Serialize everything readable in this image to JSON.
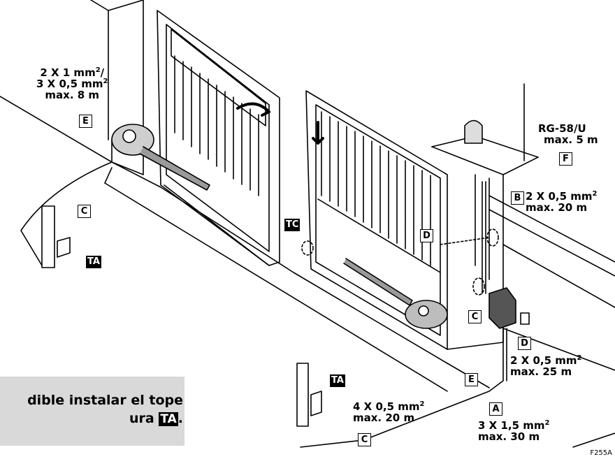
{
  "labels": {
    "left_cable": [
      "2 X 1 mm",
      "2",
      "/",
      "3 X 0,5 mm",
      "2",
      "max. 8 m"
    ],
    "antenna_cable": [
      "RG-58/U",
      "max. 5 m"
    ],
    "lamp_cable": [
      "2 X 0,5 mm",
      "2",
      "max. 20 m"
    ],
    "photocell_cable": [
      "2 X 0,5 mm",
      "2",
      "max. 25 m"
    ],
    "stop_cable": [
      "4 X 0,5 mm",
      "2",
      "max. 20 m"
    ],
    "mains_cable": [
      "3 X 1,5 mm",
      "2",
      "max. 30 m"
    ]
  },
  "markers": {
    "E1": "E",
    "C1": "C",
    "B": "B",
    "F": "F",
    "D1": "D",
    "D2": "D",
    "C2": "C",
    "E2": "E",
    "A": "A",
    "C3": "C"
  },
  "tags": {
    "TA1": "TA",
    "TA2": "TA",
    "TC": "TC"
  },
  "note": {
    "line1": "dible instalar el tope",
    "line2_prefix": "ura ",
    "line2_tag": "TA",
    "line2_suffix": "."
  },
  "figure_code": "F255A"
}
